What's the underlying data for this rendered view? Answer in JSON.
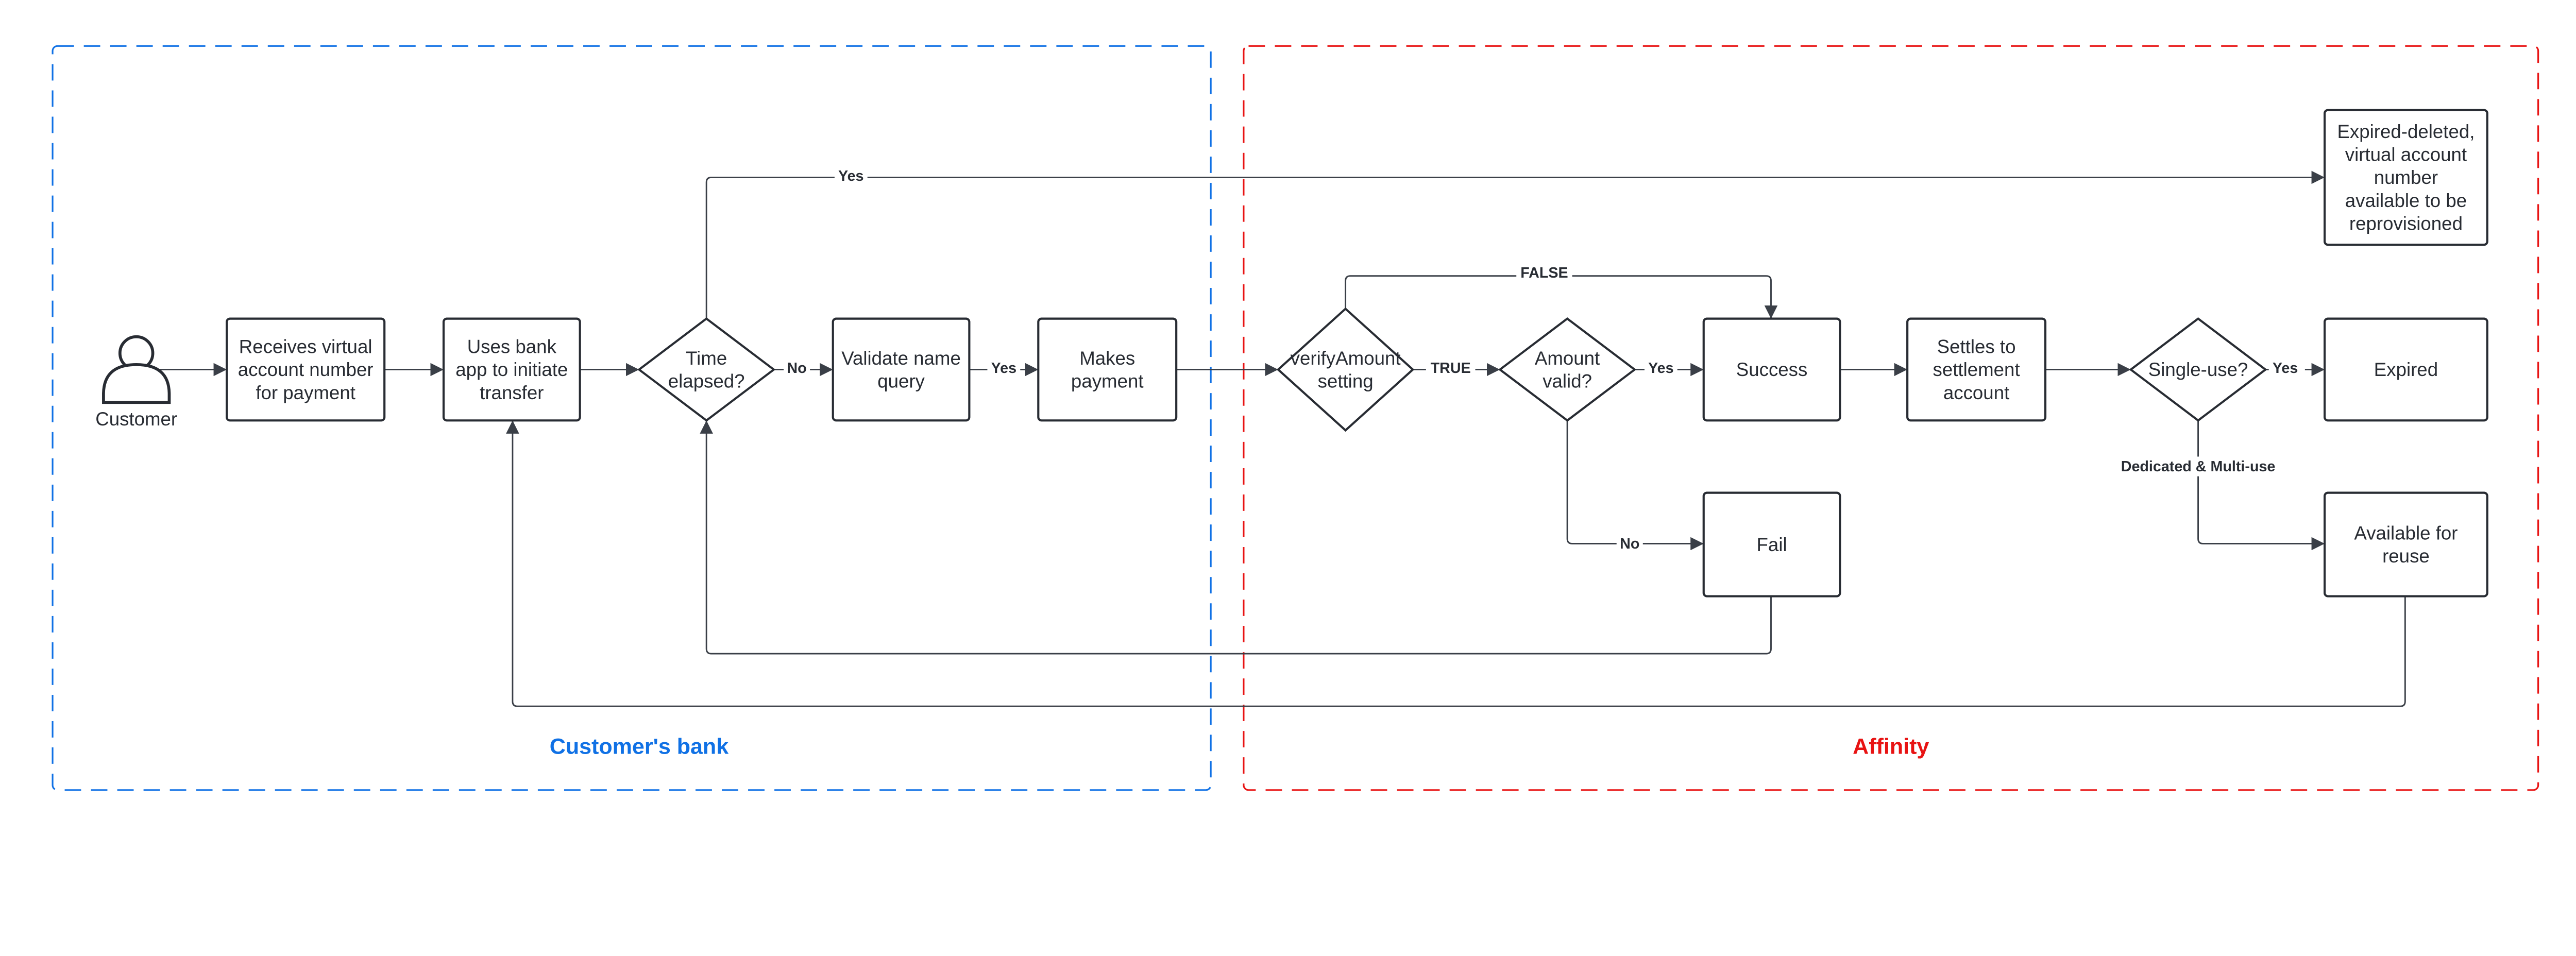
{
  "colors": {
    "customer_bank": "#1071e5",
    "affinity": "#e81313",
    "stroke": "#282c33"
  },
  "zones": {
    "customer_bank": "Customer's bank",
    "affinity": "Affinity"
  },
  "actor": {
    "label": "Customer",
    "icon": "person-icon"
  },
  "nodes": {
    "receives": [
      "Receives virtual",
      "account number",
      "for payment"
    ],
    "uses_bank": [
      "Uses bank",
      "app to initiate",
      "transfer"
    ],
    "time_elapsed": [
      "Time",
      "elapsed?"
    ],
    "validate": [
      "Validate name",
      "query"
    ],
    "makes_payment": [
      "Makes",
      "payment"
    ],
    "verify_amount": [
      "verifyAmount",
      "setting"
    ],
    "amount_valid": [
      "Amount",
      "valid?"
    ],
    "success": [
      "Success"
    ],
    "settles": [
      "Settles to",
      "settlement",
      "account"
    ],
    "single_use": [
      "Single-use?"
    ],
    "expired": [
      "Expired"
    ],
    "expired_deleted": [
      "Expired-deleted,",
      "virtual account",
      "number",
      "available to be",
      "reprovisioned"
    ],
    "fail": [
      "Fail"
    ],
    "available": [
      "Available for",
      "reuse"
    ]
  },
  "edge_labels": {
    "time_yes": "Yes",
    "time_no": "No",
    "validate_yes": "Yes",
    "verify_true": "TRUE",
    "verify_false": "FALSE",
    "amount_yes": "Yes",
    "amount_no": "No",
    "single_yes": "Yes",
    "single_other": "Dedicated & Multi-use"
  }
}
